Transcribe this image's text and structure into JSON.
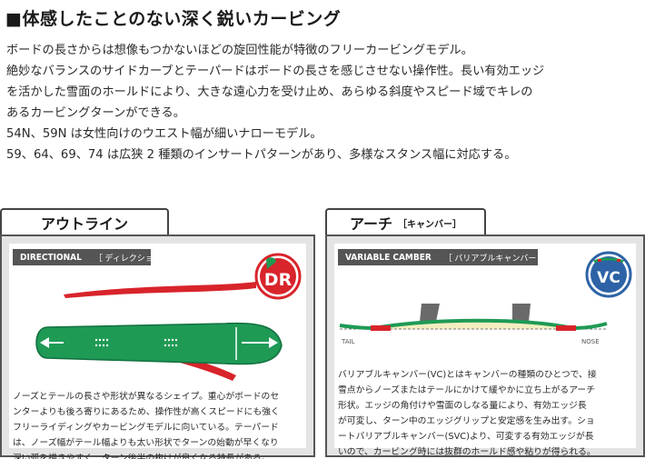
{
  "heading": "■体感したことのない深く鋭いカービング",
  "intro": [
    "ボードの長さからは想像もつかないほどの旋回性能が特徴のフリーカービングモデル。",
    "絶妙なバランスのサイドカーブとテーパードはボードの長さを感じさせない操作性。長い有効エッジ",
    "を活かした雪面のホールドにより、大きな遠心力を受け止め、あらゆる斜度やスピード域でキレの",
    "あるカービングターンができる。",
    "54N、59N は女性向けのウエスト幅が細いナローモデル。",
    "59、64、69、74 は広狭 2 種類のインサートパターンがあり、多様なスタンス幅に対応する。"
  ],
  "outline": {
    "tab_label": "アウトライン",
    "label_en": "DIRECTIONAL",
    "label_ja": "［ ディレクショナル ］",
    "badge_text": "DR",
    "description": [
      "ノーズとテールの長さや形状が異なるシェイプ。重心がボードのセ",
      "ンターよりも後ろ寄りにあるため、操作性が高くスピードにも強く",
      "フリーライディングやカービングモデルに向いている。テーパード",
      "は、ノーズ幅がテール幅よりも太い形状でターンの始動が早くなり",
      "深い弧を描きやすく、ターン後半の抜けが良くなる特長がある。"
    ]
  },
  "arch": {
    "tab_label": "アーチ",
    "tab_sub": "［キャンバー］",
    "label_en": "VARIABLE CAMBER",
    "label_ja": "［ バリアブルキャンバー ］",
    "badge_text": "VC",
    "tail_label": "TAIL",
    "nose_label": "NOSE",
    "description": [
      "バリアブルキャンバー(VC)とはキャンバーの種類のひとつで、接",
      "雪点からノーズまたはテールにかけて緩やかに立ち上がるアーチ",
      "形状。エッジの角付けや雪面のしなる量により、有効エッジ長",
      "が可変し、ターン中のエッジグリップと安定感を生み出す。ショ",
      "ートバリアブルキャンバー(SVC)より、可変する有効エッジが長",
      "いので、カービング時には抜群のホールド感や粘りが得られる。"
    ]
  },
  "colors": {
    "board_green": "#1f9a55",
    "arrow_red": "#d8242b",
    "badge_blue": "#2d63a6",
    "camber_yellow": "#f4eec0"
  }
}
